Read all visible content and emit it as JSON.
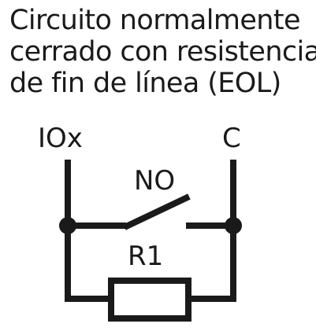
{
  "diagram": {
    "title_lines": [
      "Circuito normalmente",
      "cerrado con resistencia",
      "de fin de línea (EOL)"
    ],
    "terminal_left": "IOx",
    "terminal_right": "C",
    "switch_label": "NO",
    "resistor_label": "R1",
    "line_color": "#1a1a1a"
  }
}
